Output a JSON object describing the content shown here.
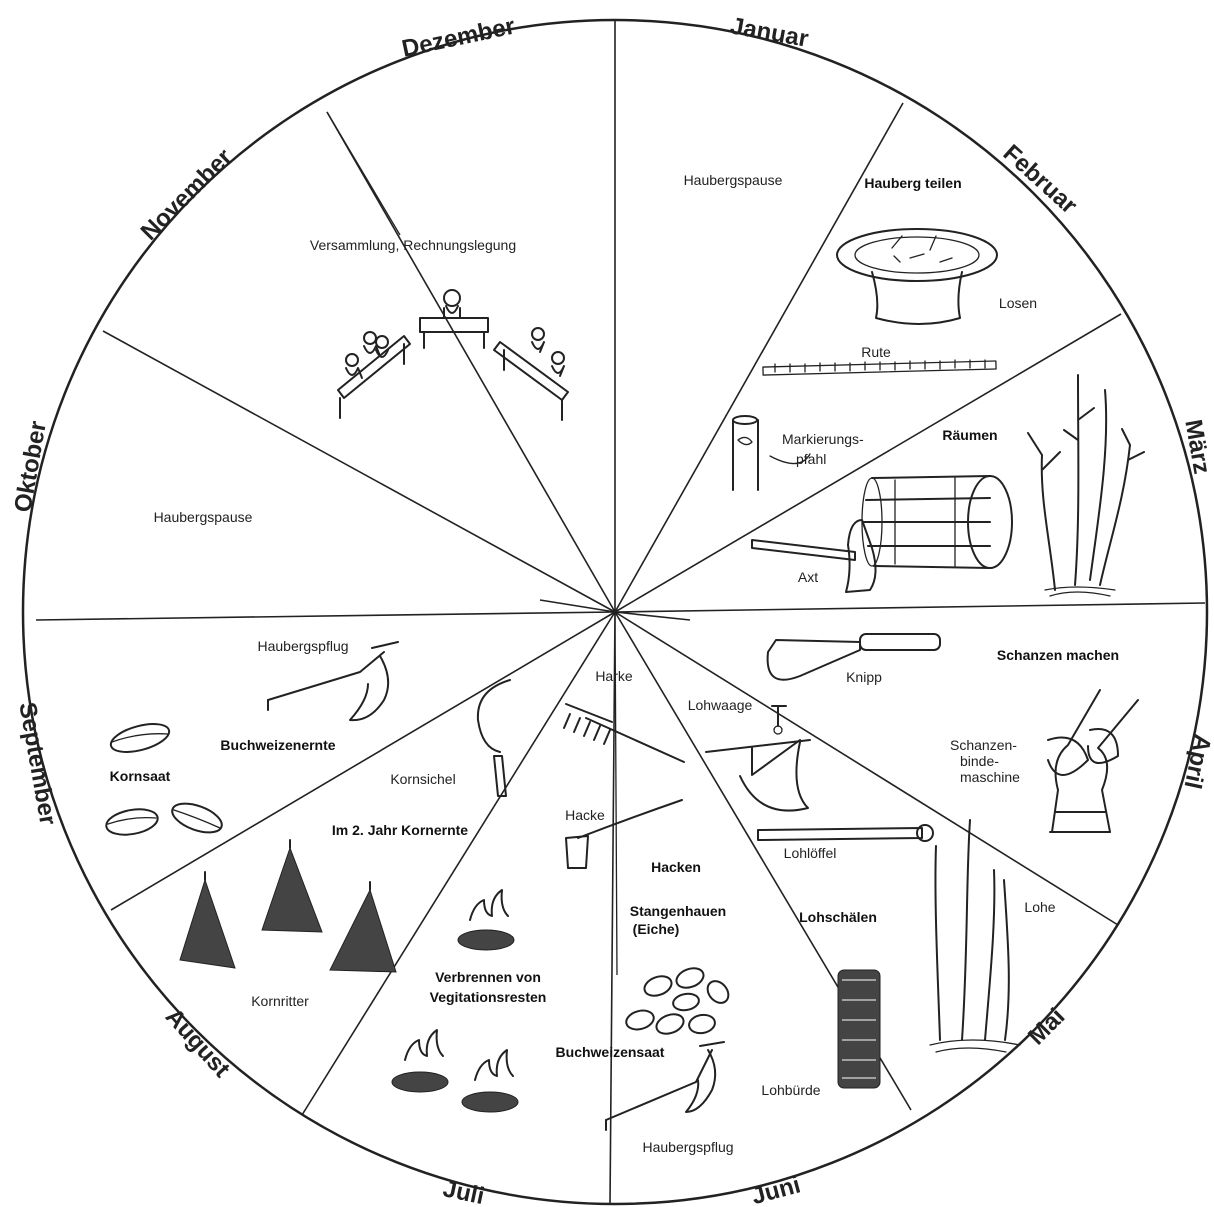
{
  "months": {
    "januar": "Januar",
    "februar": "Februar",
    "maerz": "März",
    "april": "April",
    "mai": "Mai",
    "juni": "Juni",
    "juli": "Juli",
    "august": "August",
    "september": "September",
    "oktober": "Oktober",
    "november": "November",
    "dezember": "Dezember"
  },
  "labels": {
    "haubergspause_jan": "Haubergspause",
    "hauberg_teilen": "Hauberg teilen",
    "losen": "Losen",
    "rute": "Rute",
    "markierungs": "Markierungs-",
    "pfahl": "pfahl",
    "raeumen": "Räumen",
    "axt": "Axt",
    "knipp": "Knipp",
    "schanzen_machen": "Schanzen machen",
    "schanzen_1": "Schanzen-",
    "schanzen_2": "binde-",
    "schanzen_3": "maschine",
    "lohe": "Lohe",
    "lohwaage": "Lohwaage",
    "lohloeffel": "Lohlöffel",
    "lohschaelen": "Lohschälen",
    "lohbuerde": "Lohbürde",
    "harke": "Harke",
    "hacke": "Hacke",
    "hacken": "Hacken",
    "stangenhauen": "Stangenhauen",
    "eiche": "(Eiche)",
    "buchweizensaat": "Buchweizensaat",
    "haubergspflug_juni": "Haubergspflug",
    "verbrennen_1": "Verbrennen von",
    "verbrennen_2": "Vegitationsresten",
    "kornsichel": "Kornsichel",
    "im_2_jahr": "Im 2. Jahr Kornernte",
    "kornritter": "Kornritter",
    "haubergspflug_sep": "Haubergspflug",
    "buchweizenernte": "Buchweizenernte",
    "kornsaat": "Kornsaat",
    "haubergspause_okt": "Haubergspause",
    "versammlung": "Versammlung, Rechnungslegung"
  },
  "colors": {
    "ink": "#222222",
    "background": "#ffffff"
  }
}
